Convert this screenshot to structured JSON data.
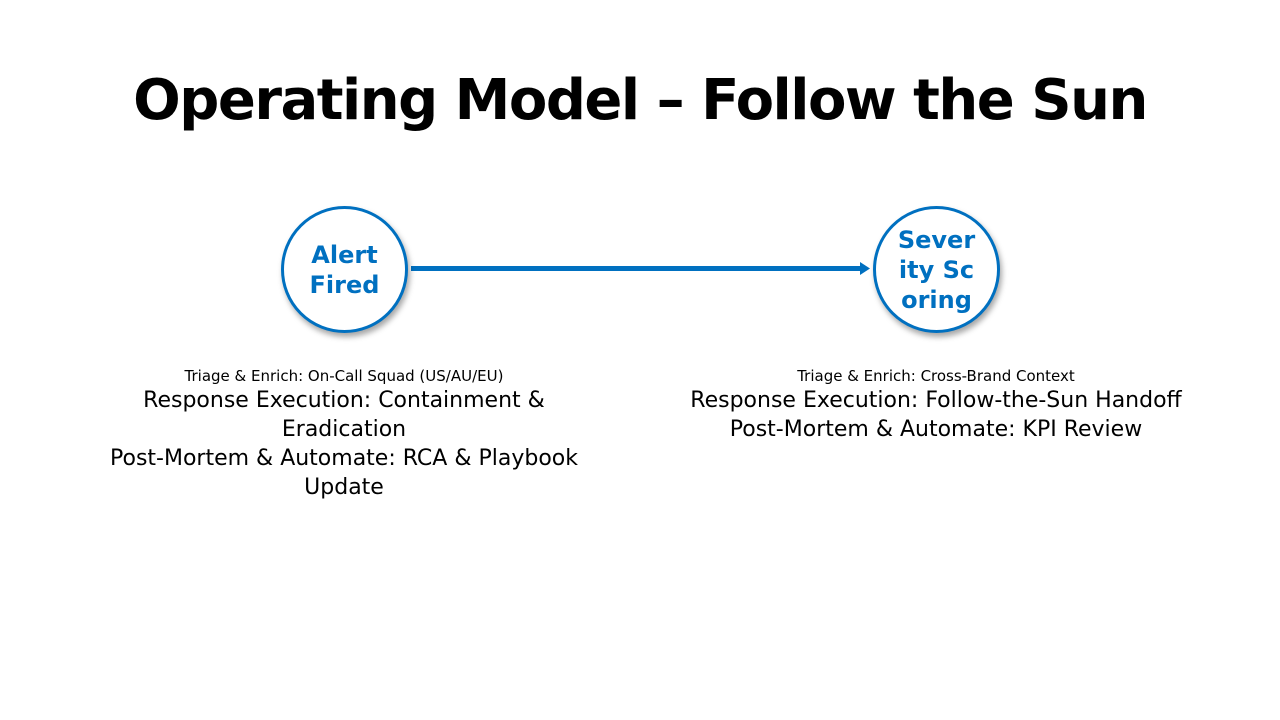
{
  "title": "Operating Model – Follow the Sun",
  "colors": {
    "accent": "#0070C0",
    "text": "#000000",
    "background": "#FFFFFF"
  },
  "nodes": [
    {
      "label": "Alert Fired"
    },
    {
      "label": "Severity Scoring"
    }
  ],
  "descriptions": [
    {
      "triage": "Triage & Enrich: On-Call Squad (US/AU/EU)",
      "response": "Response Execution: Containment & Eradication",
      "postmortem": "Post-Mortem & Automate: RCA & Playbook Update"
    },
    {
      "triage": "Triage & Enrich: Cross-Brand Context",
      "response": "Response Execution: Follow-the-Sun Handoff",
      "postmortem": "Post-Mortem & Automate: KPI Review"
    }
  ]
}
